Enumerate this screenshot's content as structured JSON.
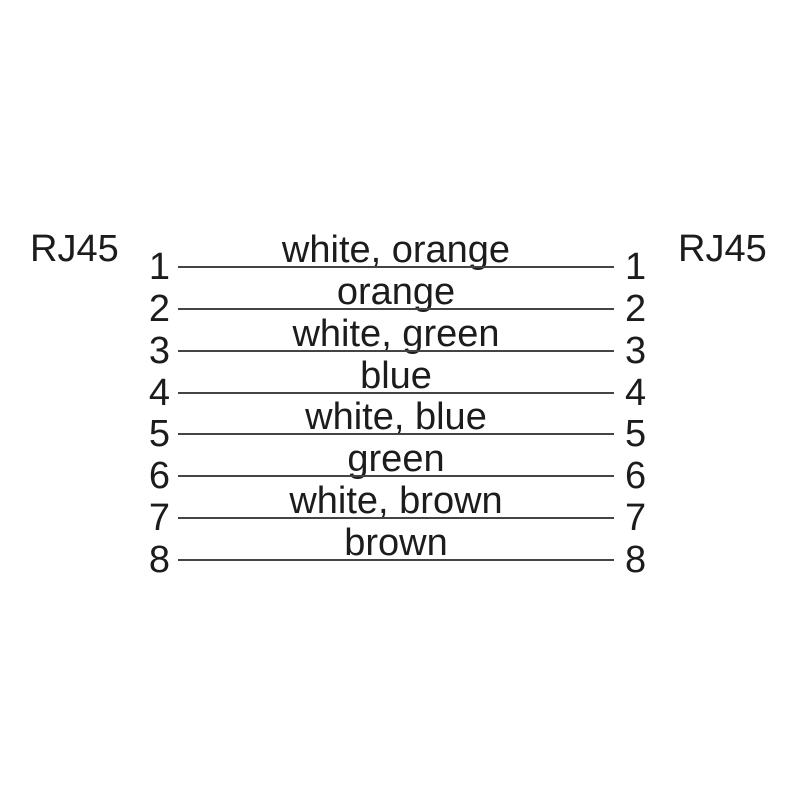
{
  "diagram": {
    "left_connector": "RJ45",
    "right_connector": "RJ45",
    "rows": [
      {
        "left_pin": "1",
        "right_pin": "1",
        "label": "white, orange"
      },
      {
        "left_pin": "2",
        "right_pin": "2",
        "label": "orange"
      },
      {
        "left_pin": "3",
        "right_pin": "3",
        "label": "white, green"
      },
      {
        "left_pin": "4",
        "right_pin": "4",
        "label": "blue"
      },
      {
        "left_pin": "5",
        "right_pin": "5",
        "label": "white, blue"
      },
      {
        "left_pin": "6",
        "right_pin": "6",
        "label": "green"
      },
      {
        "left_pin": "7",
        "right_pin": "7",
        "label": "white, brown"
      },
      {
        "left_pin": "8",
        "right_pin": "8",
        "label": "brown"
      }
    ],
    "colors": {
      "text": "#1c1c1c",
      "line": "#444444",
      "background": "#ffffff"
    }
  }
}
